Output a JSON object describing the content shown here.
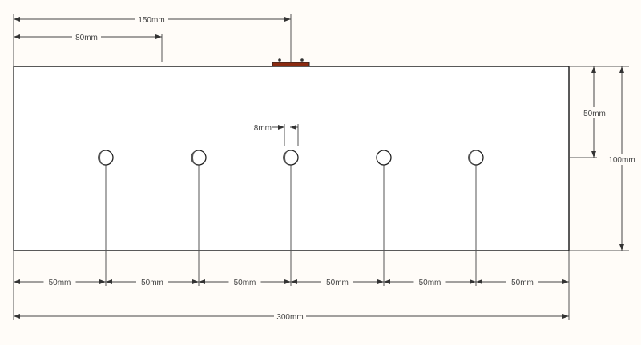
{
  "drawing": {
    "dimensions": {
      "top_150": "150mm",
      "top_80": "80mm",
      "hole_diameter": "8mm",
      "right_50": "50mm",
      "right_100": "100mm",
      "bottom_spacing": [
        "50mm",
        "50mm",
        "50mm",
        "50mm",
        "50mm",
        "50mm"
      ],
      "overall_width": "300mm"
    },
    "colors": {
      "bracket": "#8b2a10",
      "background": "#fffcf8",
      "plate": "#ffffff"
    }
  }
}
